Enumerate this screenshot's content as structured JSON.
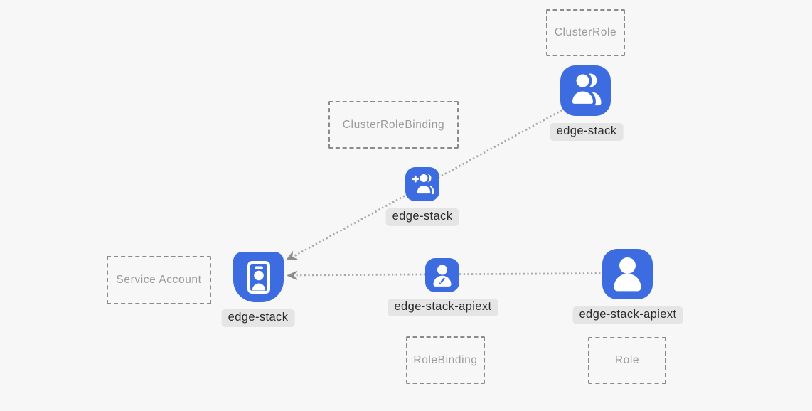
{
  "diagram": {
    "title": "kubernetes-rbac-diagram",
    "colors": {
      "background": "#f7f7f8",
      "node_blue": "#3d6ce1",
      "glyph_white": "#ffffff",
      "connector_gray": "#a8a8a8",
      "arrowhead_gray": "#8d8d8d",
      "kind_border_gray": "#8b8b8b",
      "kind_text_gray": "#9b9b9b",
      "label_background": "#e5e5e6",
      "label_text": "#2b2b2b"
    },
    "kinds": {
      "cluster_role": "ClusterRole",
      "cluster_role_binding": "ClusterRoleBinding",
      "service_account": "Service Account",
      "role_binding": "RoleBinding",
      "role": "Role"
    },
    "nodes": {
      "cluster_role": {
        "name": "edge-stack",
        "icon": "users-icon"
      },
      "cluster_role_binding": {
        "name": "edge-stack",
        "icon": "user-plus-icon"
      },
      "service_account": {
        "name": "edge-stack",
        "icon": "id-badge-icon"
      },
      "role_binding": {
        "name": "edge-stack-apiext",
        "icon": "user-edit-icon"
      },
      "role": {
        "name": "edge-stack-apiext",
        "icon": "user-icon"
      }
    },
    "edges": [
      {
        "from": "cluster_role",
        "through": "cluster_role_binding",
        "to": "service_account",
        "style": "dotted-arrow"
      },
      {
        "from": "role",
        "through": "role_binding",
        "to": "service_account",
        "style": "dotted-arrow"
      }
    ]
  }
}
